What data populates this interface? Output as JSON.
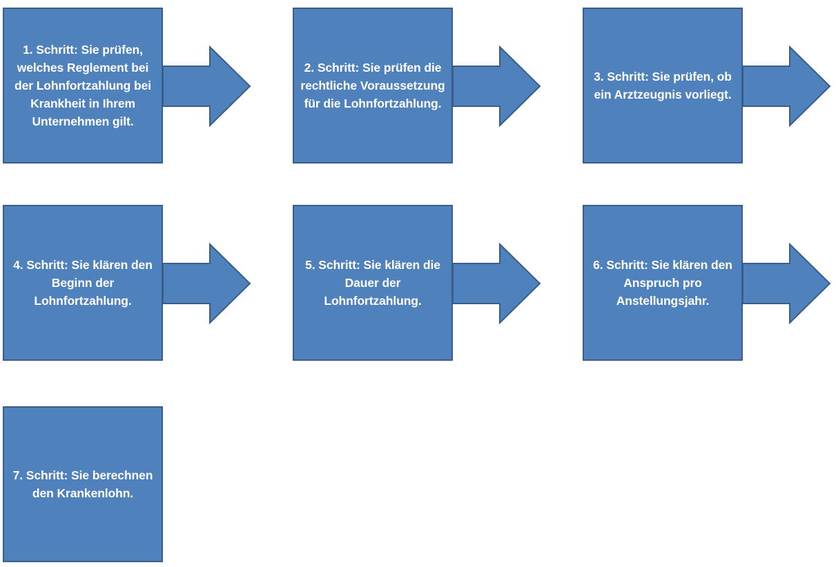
{
  "steps": [
    {
      "text": "1. Schritt: Sie prüfen, welches Reglement bei der Lohnfortzahlung bei Krankheit in Ihrem Unternehmen gilt."
    },
    {
      "text": "2. Schritt: Sie prüfen die rechtliche Voraussetzung für die Lohnfortzahlung."
    },
    {
      "text": "3. Schritt: Sie prüfen, ob ein Arztzeugnis vorliegt."
    },
    {
      "text": "4. Schritt: Sie klären den Beginn der Lohnfortzahlung."
    },
    {
      "text": "5. Schritt: Sie klären die Dauer der Lohnfortzahlung."
    },
    {
      "text": "6. Schritt: Sie klären den Anspruch pro Anstellungsjahr."
    },
    {
      "text": "7. Schritt: Sie berechnen den Krankenlohn."
    }
  ],
  "colors": {
    "fill": "#4f81bd",
    "stroke": "#385d8a",
    "text": "#ffffff",
    "background": "#ffffff"
  }
}
